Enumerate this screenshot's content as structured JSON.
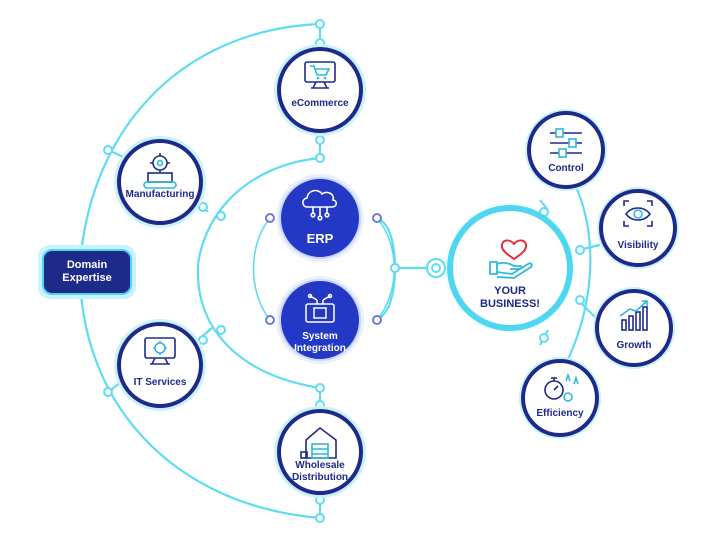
{
  "diagram": {
    "hub": {
      "label": "Domain Expertise"
    },
    "industries": [
      {
        "label": "eCommerce",
        "icon": "monitor-cart-icon"
      },
      {
        "label": "Manufacturing",
        "icon": "factory-gear-icon"
      },
      {
        "label": "IT Services",
        "icon": "monitor-gear-icon"
      },
      {
        "label": "Wholesale Distribution",
        "icon": "warehouse-icon"
      }
    ],
    "core": [
      {
        "label": "ERP",
        "icon": "cloud-network-icon"
      },
      {
        "label": "System Integration",
        "icon": "chip-monitor-icon"
      }
    ],
    "center": {
      "label": "YOUR BUSINESS!",
      "icon": "heart-hand-icon"
    },
    "outcomes": [
      {
        "label": "Control",
        "icon": "sliders-icon"
      },
      {
        "label": "Visibility",
        "icon": "eye-icon"
      },
      {
        "label": "Growth",
        "icon": "bar-growth-icon"
      },
      {
        "label": "Efficiency",
        "icon": "stopwatch-gear-icon"
      }
    ]
  },
  "colors": {
    "navy": "#1e2a8a",
    "royal": "#2339c6",
    "cyan": "#4fd6f0",
    "cyan_light": "#c8f3fb",
    "heart": "#e8293f"
  }
}
